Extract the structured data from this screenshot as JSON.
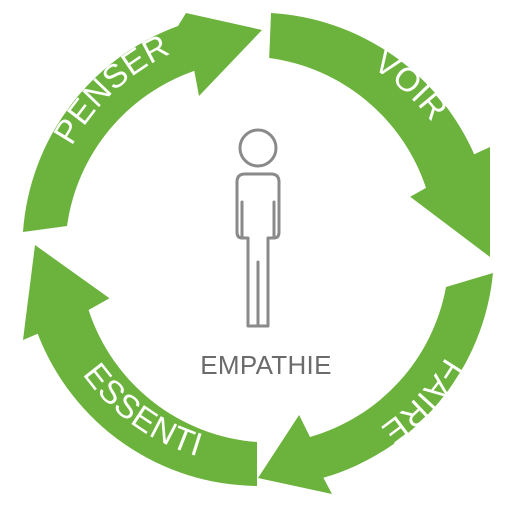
{
  "center": {
    "label": "EMPATHIE",
    "icon": "person-icon"
  },
  "cycle": [
    {
      "label": "VOIR"
    },
    {
      "label": "FAIRE"
    },
    {
      "label": "RESSENTIR"
    },
    {
      "label": "PENSER"
    }
  ],
  "colors": {
    "arrow": "#6cb33e",
    "arrow_text": "#ffffff",
    "center_text": "#6b6b6b",
    "icon_stroke": "#8a8a8a"
  }
}
